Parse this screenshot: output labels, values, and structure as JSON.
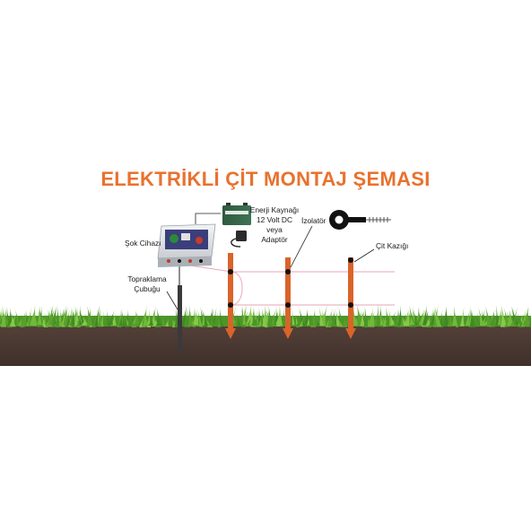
{
  "title": "ELEKTRİKLİ ÇİT MONTAJ ŞEMASI",
  "labels": {
    "energizer": "Şok Cihazı",
    "power_line1": "Enerji Kaynağı",
    "power_line2": "12 Volt DC",
    "power_line3": "veya",
    "power_line4": "Adaptör",
    "insulator": "İzolatör",
    "fence_post": "Çit Kazığı",
    "ground_rod_line1": "Topraklama",
    "ground_rod_line2": "Çubuğu"
  },
  "colors": {
    "title": "#e8722e",
    "post": "#d9642a",
    "wire": "#e9a6b8",
    "soil": "#4c3a33",
    "grass": "#5aa02c"
  },
  "icons": {
    "energizer": "energizer-device-icon",
    "battery": "battery-icon",
    "adapter": "power-adapter-icon",
    "insulator": "ring-insulator-icon",
    "ground_rod": "ground-rod-icon"
  }
}
